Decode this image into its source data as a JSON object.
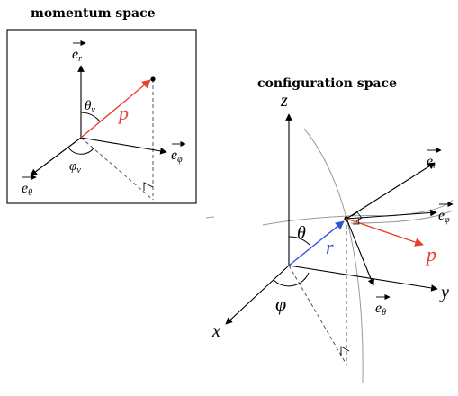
{
  "titles": {
    "momentum": "momentum space",
    "configuration": "configuration space"
  },
  "momentum_space": {
    "e_r": {
      "base": "e",
      "sub": "r"
    },
    "e_phi": {
      "base": "e",
      "sub": "φ"
    },
    "e_theta": {
      "base": "e",
      "sub": "θ"
    },
    "p": "p",
    "theta_nu": {
      "base": "θ",
      "sub": "ν"
    },
    "phi_nu": {
      "base": "φ",
      "sub": "ν"
    }
  },
  "configuration_space": {
    "z": "z",
    "x": "x",
    "y": "y",
    "r": "r",
    "p": "p",
    "theta": "θ",
    "phi": "φ",
    "e_r": {
      "base": "e",
      "sub": "r"
    },
    "e_phi": {
      "base": "e",
      "sub": "φ"
    },
    "e_theta": {
      "base": "e",
      "sub": "θ"
    }
  },
  "colors": {
    "momentum_vector": "#e8402a",
    "position_vector": "#2f52d6",
    "axes": "#000000",
    "dashed": "#555555",
    "sphere_arcs": "#9a9a9a"
  }
}
